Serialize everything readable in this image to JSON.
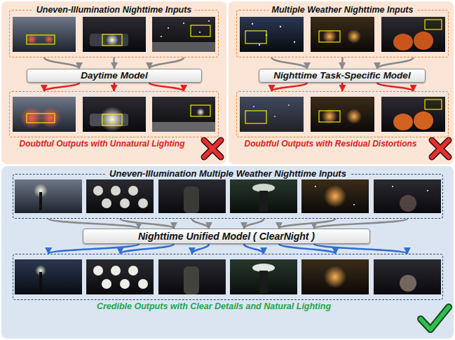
{
  "diagram": {
    "nodes": [
      {
        "text": [
          "Uneven-Illumination Nighttime Inputs"
        ]
      },
      {
        "text": [
          "Daytime Model"
        ]
      },
      {
        "text": [
          "Doubtful Outputs with Unnatural Lighting"
        ]
      },
      {
        "text": [
          "Multiple Weather Nighttime Inputs"
        ]
      },
      {
        "text": [
          "Nighttime Task-Specific Model"
        ]
      },
      {
        "text": [
          "Doubtful Outputs with Residual Distortions"
        ]
      },
      {
        "text": [
          "Uneven-Illumination Multiple Weather Nighttime Inputs"
        ]
      },
      {
        "text": [
          "Nighttime Unified Model ( ClearNight )"
        ]
      },
      {
        "text": [
          "Credible Outputs with Clear Details and Natural Lighting"
        ]
      }
    ],
    "edges": [
      {
        "from": 0,
        "to": 1,
        "arrow": "to"
      },
      {
        "from": 0,
        "to": 1,
        "arrow": "to"
      },
      {
        "from": 0,
        "to": 1,
        "arrow": "to"
      },
      {
        "from": 1,
        "to": 2,
        "arrow": "to"
      },
      {
        "from": 1,
        "to": 2,
        "arrow": "to"
      },
      {
        "from": 1,
        "to": 2,
        "arrow": "to"
      },
      {
        "from": 3,
        "to": 4,
        "arrow": "to"
      },
      {
        "from": 3,
        "to": 4,
        "arrow": "to"
      },
      {
        "from": 3,
        "to": 4,
        "arrow": "to"
      },
      {
        "from": 4,
        "to": 5,
        "arrow": "to"
      },
      {
        "from": 4,
        "to": 5,
        "arrow": "to"
      },
      {
        "from": 4,
        "to": 5,
        "arrow": "to"
      },
      {
        "from": 6,
        "to": 7,
        "arrow": "to"
      },
      {
        "from": 6,
        "to": 7,
        "arrow": "to"
      },
      {
        "from": 6,
        "to": 7,
        "arrow": "to"
      },
      {
        "from": 6,
        "to": 7,
        "arrow": "to"
      },
      {
        "from": 6,
        "to": 7,
        "arrow": "to"
      },
      {
        "from": 6,
        "to": 7,
        "arrow": "to"
      },
      {
        "from": 7,
        "to": 8,
        "arrow": "to"
      },
      {
        "from": 7,
        "to": 8,
        "arrow": "to"
      },
      {
        "from": 7,
        "to": 8,
        "arrow": "to"
      },
      {
        "from": 7,
        "to": 8,
        "arrow": "to"
      },
      {
        "from": 7,
        "to": 8,
        "arrow": "to"
      },
      {
        "from": 7,
        "to": 8,
        "arrow": "to"
      }
    ]
  }
}
